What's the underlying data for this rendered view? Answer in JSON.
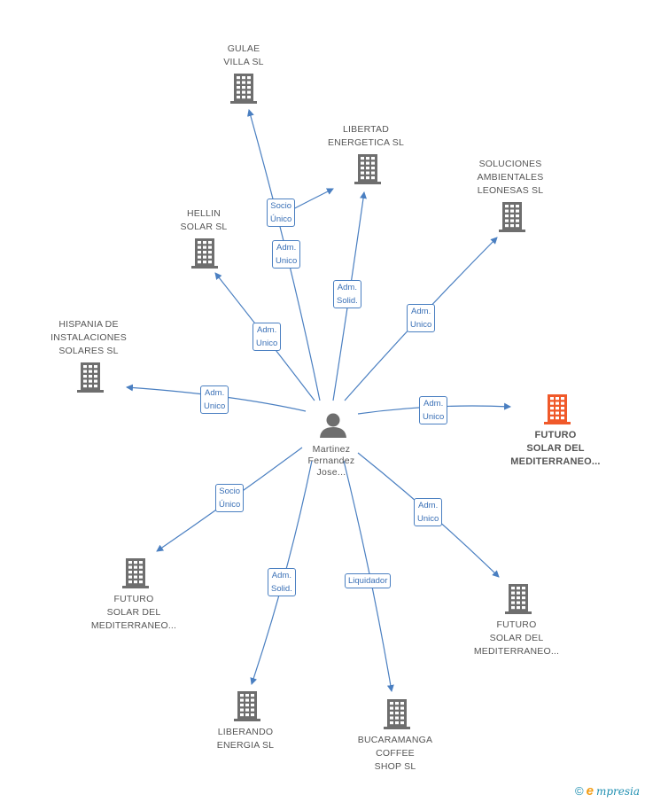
{
  "colors": {
    "edge": "#4a7fc1",
    "building": "#6e6e6e",
    "highlight": "#f0592a",
    "person": "#6e6e6e"
  },
  "person": {
    "lines": [
      "Martinez",
      "Fernandez",
      "Jose..."
    ]
  },
  "companies": [
    {
      "id": "gulae",
      "lines": [
        "GULAE",
        "VILLA SL"
      ],
      "highlight": false
    },
    {
      "id": "libertad",
      "lines": [
        "LIBERTAD",
        "ENERGETICA SL"
      ],
      "highlight": false
    },
    {
      "id": "soluciones",
      "lines": [
        "SOLUCIONES",
        "AMBIENTALES",
        "LEONESAS SL"
      ],
      "highlight": false
    },
    {
      "id": "hellin",
      "lines": [
        "HELLIN",
        "SOLAR SL"
      ],
      "highlight": false
    },
    {
      "id": "hispania",
      "lines": [
        "HISPANIA DE",
        "INSTALACIONES",
        "SOLARES SL"
      ],
      "highlight": false
    },
    {
      "id": "futuro-main",
      "lines": [
        "FUTURO",
        "SOLAR DEL",
        "MEDITERRANEO..."
      ],
      "highlight": true
    },
    {
      "id": "futuro-left",
      "lines": [
        "FUTURO",
        "SOLAR DEL",
        "MEDITERRANEO..."
      ],
      "highlight": false
    },
    {
      "id": "futuro-right",
      "lines": [
        "FUTURO",
        "SOLAR DEL",
        "MEDITERRANEO..."
      ],
      "highlight": false
    },
    {
      "id": "liberando",
      "lines": [
        "LIBERANDO",
        "ENERGIA SL"
      ],
      "highlight": false
    },
    {
      "id": "bucaramanga",
      "lines": [
        "BUCARAMANGA",
        "COFFEE",
        "SHOP SL"
      ],
      "highlight": false
    }
  ],
  "edges": [
    {
      "id": "e-socio-unico-top",
      "lines": [
        "Socio",
        "Único"
      ]
    },
    {
      "id": "e-adm-unico-gulae",
      "lines": [
        "Adm.",
        "Unico"
      ]
    },
    {
      "id": "e-adm-solid-libertad",
      "lines": [
        "Adm.",
        "Solid."
      ]
    },
    {
      "id": "e-adm-unico-soluciones",
      "lines": [
        "Adm.",
        "Unico"
      ]
    },
    {
      "id": "e-adm-unico-hellin",
      "lines": [
        "Adm.",
        "Unico"
      ]
    },
    {
      "id": "e-adm-unico-hispania",
      "lines": [
        "Adm.",
        "Unico"
      ]
    },
    {
      "id": "e-adm-unico-futuro-main",
      "lines": [
        "Adm.",
        "Unico"
      ]
    },
    {
      "id": "e-socio-unico-futuro-left",
      "lines": [
        "Socio",
        "Único"
      ]
    },
    {
      "id": "e-adm-solid-liberando",
      "lines": [
        "Adm.",
        "Solid."
      ]
    },
    {
      "id": "e-liquidador-bucaramanga",
      "lines": [
        "Liquidador"
      ]
    },
    {
      "id": "e-adm-unico-futuro-right",
      "lines": [
        "Adm.",
        "Unico"
      ]
    }
  ],
  "footer": {
    "copyright": "©",
    "brand_initial": "e",
    "brand_rest": "mpresia"
  }
}
